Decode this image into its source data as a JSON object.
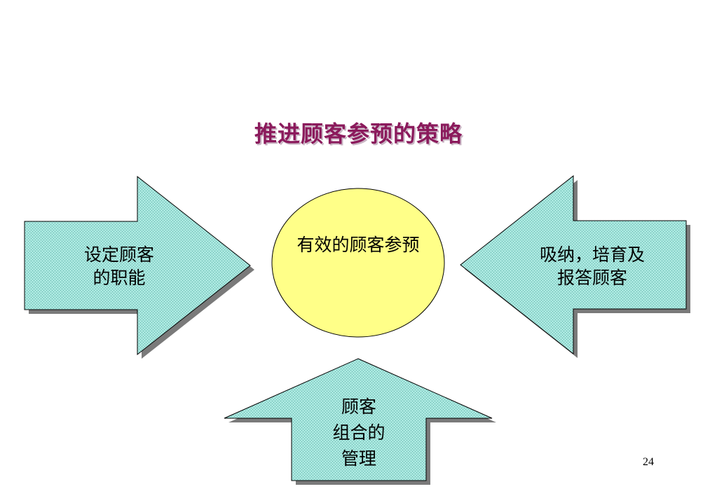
{
  "title": "推进顾客参预的策略",
  "center": {
    "text": "有效的顾客参预"
  },
  "left_arrow": {
    "line1": "设定顾客",
    "line2": "的职能"
  },
  "right_arrow": {
    "line1": "吸纳，培育及",
    "line2": "报答顾客"
  },
  "bottom_arrow": {
    "line1": "顾客",
    "line2": "组合的",
    "line3": "管理"
  },
  "page_number": "24",
  "colors": {
    "title": "#8b1a5c",
    "arrow_fill": "#a8e6de",
    "arrow_shadow": "#7a7a7a",
    "circle_fill": "#ffff88",
    "stroke": "#000000"
  }
}
